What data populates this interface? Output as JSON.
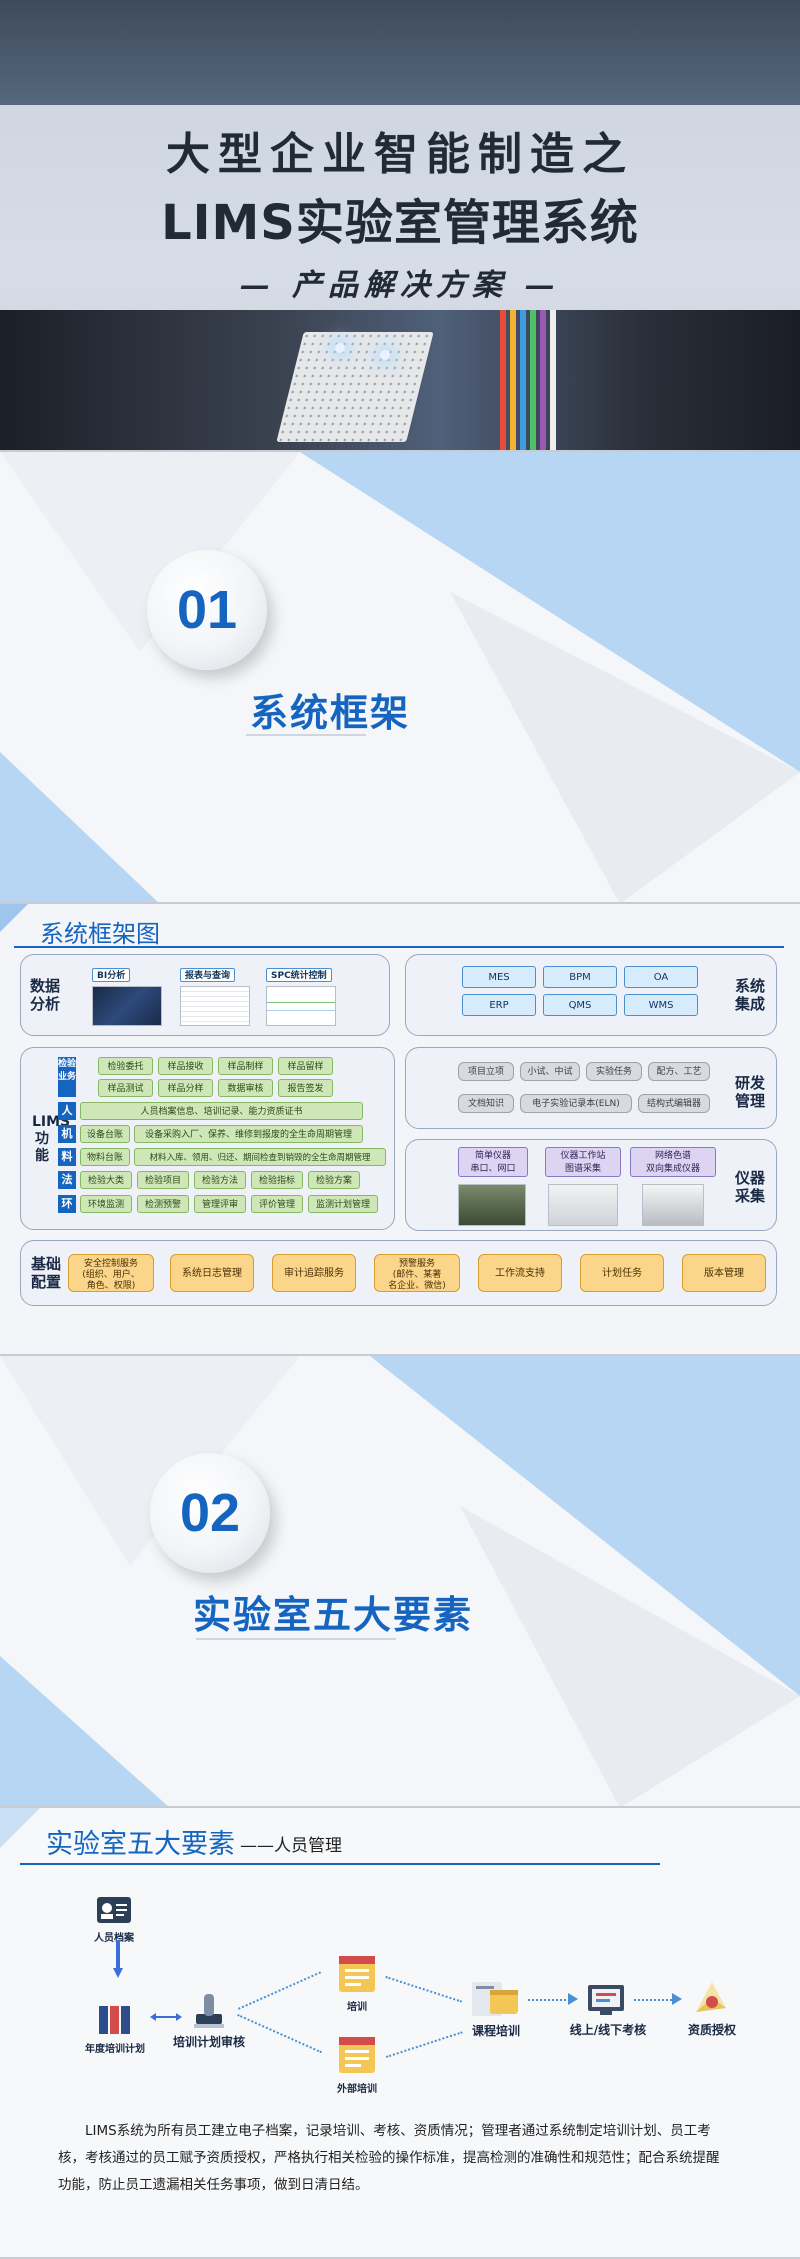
{
  "cover": {
    "title_line1": "大型企业智能制造之",
    "title_line2": "LIMS实验室管理系统",
    "title_line3": "— 产品解决方案 —"
  },
  "section1": {
    "number": "01",
    "title": "系统框架"
  },
  "framework": {
    "title": "系统框架图",
    "data_analysis": {
      "label": "数据\n分析",
      "items": [
        "BI分析",
        "报表与查询",
        "SPC统计控制"
      ]
    },
    "system_integration": {
      "label": "系统\n集成",
      "items": [
        "MES",
        "BPM",
        "OA",
        "ERP",
        "QMS",
        "WMS"
      ]
    },
    "lims": {
      "side_label": "LIMS功能",
      "business_label": "检验业务",
      "business_row1": [
        "检验委托",
        "样品接收",
        "样品制样",
        "样品留样"
      ],
      "business_row2": [
        "样品测试",
        "样品分样",
        "数据审核",
        "报告签发"
      ],
      "rows": [
        {
          "key": "人",
          "items": [
            "人员档案信息、培训记录、能力资质证书"
          ]
        },
        {
          "key": "机",
          "items": [
            "设备台账",
            "设备采购入厂、保养、维修到报废的全生命周期管理"
          ]
        },
        {
          "key": "料",
          "items": [
            "物料台账",
            "材料入库、领用、归还、期间检查到销毁的全生命周期管理"
          ]
        },
        {
          "key": "法",
          "items": [
            "检验大类",
            "检验项目",
            "检验方法",
            "检验指标",
            "检验方案"
          ]
        },
        {
          "key": "环",
          "items": [
            "环境监测",
            "检测预警",
            "管理评审",
            "评价管理",
            "监测计划管理"
          ]
        }
      ]
    },
    "rd_management": {
      "label": "研发\n管理",
      "row1": [
        "项目立项",
        "小试、中试",
        "实验任务",
        "配方、工艺"
      ],
      "row2": [
        "文档知识",
        "电子实验记录本(ELN)",
        "结构式编辑器"
      ]
    },
    "instrument": {
      "label": "仪器\n采集",
      "items": [
        "简单仪器\n串口、网口",
        "仪器工作站\n图谱采集",
        "网络色谱\n双向集成仪器"
      ]
    },
    "base_config": {
      "label": "基础\n配置",
      "items": [
        "安全控制服务\n(组织、用户、\n角色、权限)",
        "系统日志管理",
        "审计追踪服务",
        "预警服务\n(邮件、某著\n名企业、微信)",
        "工作流支持",
        "计划任务",
        "版本管理"
      ]
    }
  },
  "section2": {
    "number": "02",
    "title": "实验室五大要素"
  },
  "personnel": {
    "title": "实验室五大要素",
    "subtitle": "——人员管理",
    "nodes": {
      "archive": "人员档案",
      "annual_plan": "年度培训计划",
      "plan_review": "培训计划审核",
      "training": "培训",
      "external_training": "外部培训",
      "course": "课程培训",
      "exam": "线上/线下考核",
      "qualification": "资质授权"
    },
    "paragraph": "LIMS系统为所有员工建立电子档案，记录培训、考核、资质情况；管理者通过系统制定培训计划、员工考核，考核通过的员工赋予资质授权，严格执行相关检验的操作标准，提高检测的准确性和规范性；配合系统提醒功能，防止员工遗漏相关任务事项，做到日清日结。"
  }
}
